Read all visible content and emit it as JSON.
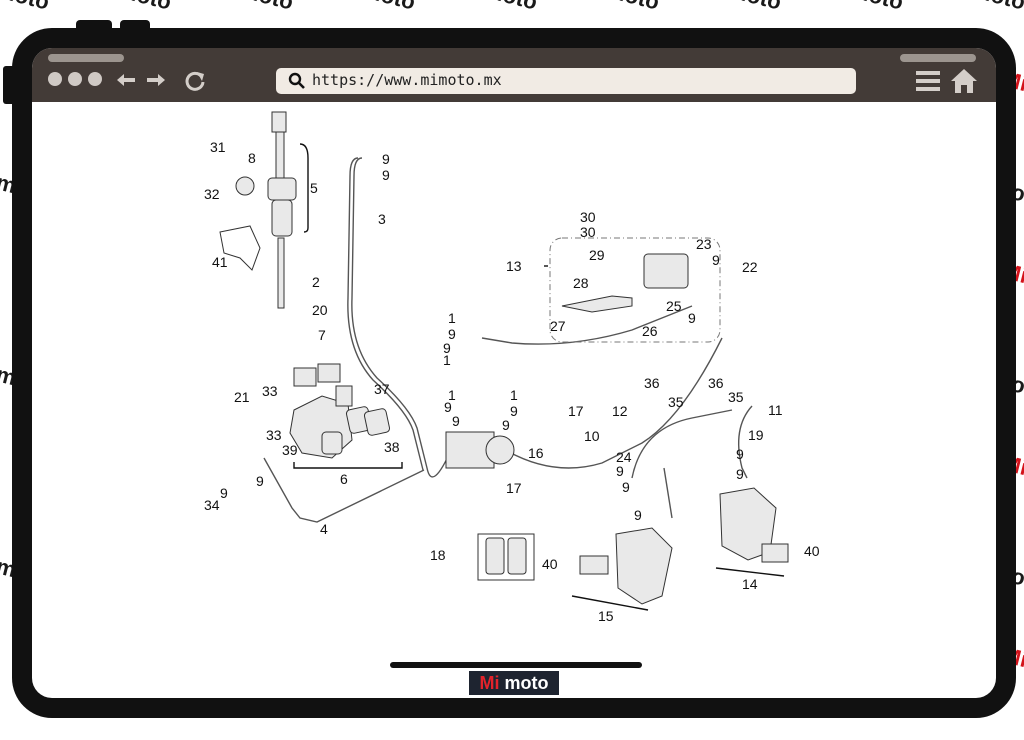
{
  "watermark": {
    "word_a": "Mi",
    "word_b": "moto",
    "color_a": "#d3131b",
    "color_b": "#1a1a1a"
  },
  "browser": {
    "url": "https://www.mimoto.mx",
    "icons": [
      "back-arrow-icon",
      "forward-arrow-icon",
      "reload-icon",
      "search-icon",
      "menu-icon",
      "home-icon"
    ],
    "bar_color": "#433b37"
  },
  "diagram": {
    "labels": [
      "31",
      "8",
      "5",
      "32",
      "41",
      "2",
      "20",
      "3",
      "9",
      "9",
      "13",
      "30",
      "30",
      "29",
      "23",
      "9",
      "22",
      "28",
      "25",
      "27",
      "26",
      "9",
      "1",
      "9",
      "9",
      "1",
      "7",
      "37",
      "21",
      "33",
      "33",
      "1",
      "1",
      "9",
      "9",
      "9",
      "9",
      "17",
      "12",
      "10",
      "36",
      "35",
      "36",
      "35",
      "11",
      "19",
      "9",
      "9",
      "24",
      "9",
      "9",
      "16",
      "17",
      "39",
      "38",
      "6",
      "34",
      "9",
      "9",
      "4",
      "18",
      "40",
      "40",
      "9",
      "15",
      "14"
    ]
  },
  "brand": {
    "part_a": "Mi",
    "part_b": " moto"
  }
}
